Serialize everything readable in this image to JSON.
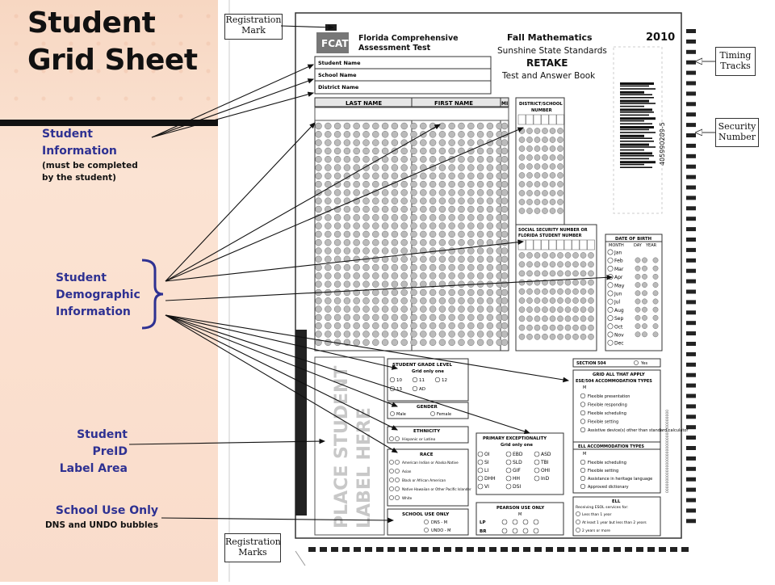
{
  "title": {
    "line1": "Student",
    "line2": "Grid Sheet"
  },
  "labels": {
    "student_info": {
      "line1": "Student",
      "line2": "Information",
      "sub1": "(must be completed",
      "sub2": "by the student)"
    },
    "demographic": {
      "line1": "Student",
      "line2": "Demographic",
      "line3": "Information"
    },
    "preid": {
      "line1": "Student",
      "line2": "PreID",
      "line3": "Label Area"
    },
    "school_use": {
      "line1": "School Use Only",
      "sub": "DNS and UNDO bubbles"
    }
  },
  "callouts": {
    "registration_mark": {
      "line1": "Registration",
      "line2": "Mark"
    },
    "timing_tracks": {
      "line1": "Timing",
      "line2": "Tracks"
    },
    "security_number": {
      "line1": "Security",
      "line2": "Number"
    },
    "registration_marks": {
      "line1": "Registration",
      "line2": "Marks"
    }
  },
  "form": {
    "logo": "FCAT",
    "header_line1": "Florida Comprehensive",
    "header_line2": "Assessment Test",
    "subject": "Fall Mathematics",
    "standards": "Sunshine State Standards",
    "retake": "RETAKE",
    "book": "Test and Answer Book",
    "year": "2010",
    "info_fields": [
      "Student Name",
      "School Name",
      "District Name"
    ],
    "grid_headers": {
      "last": "LAST NAME",
      "first": "FIRST NAME",
      "mi": "MI"
    },
    "district_school": {
      "line1": "DISTRICT/SCHOOL",
      "line2": "NUMBER"
    },
    "ssn": {
      "line1": "SOCIAL SECURITY NUMBER OR",
      "line2": "FLORIDA STUDENT NUMBER"
    },
    "dob": {
      "title": "DATE OF BIRTH",
      "month": "MONTH",
      "day": "DAY",
      "year": "YEAR",
      "months": [
        "Jan",
        "Feb",
        "Mar",
        "Apr",
        "May",
        "Jun",
        "Jul",
        "Aug",
        "Sep",
        "Oct",
        "Nov",
        "Dec"
      ]
    },
    "grade": {
      "title": "STUDENT GRADE LEVEL",
      "sub": "Grid only one",
      "options": [
        "10",
        "11",
        "12",
        "13",
        "AD"
      ]
    },
    "gender": {
      "title": "GENDER",
      "options": [
        "Male",
        "Female"
      ]
    },
    "ethnicity": {
      "title": "ETHNICITY",
      "option": "Hispanic or Latino"
    },
    "race": {
      "title": "RACE",
      "options": [
        "American Indian or Alaska Native",
        "Asian",
        "Black or African American",
        "Native Hawaiian or Other Pacific Islander",
        "White"
      ]
    },
    "school_use_box": {
      "title": "SCHOOL USE ONLY",
      "options": [
        "DNS - M",
        "UNDO - M"
      ]
    },
    "primary_exc": {
      "title": "PRIMARY EXCEPTIONALITY",
      "sub": "Grid only one",
      "options": [
        "OI",
        "EBD",
        "ASD",
        "SI",
        "SLD",
        "TBI",
        "LI",
        "GIF",
        "OHI",
        "DHH",
        "HH",
        "InD",
        "VI",
        "DSI"
      ]
    },
    "pearson": {
      "title": "PEARSON USE ONLY",
      "rows": [
        "LP",
        "BR"
      ],
      "m": "M"
    },
    "section504": {
      "label": "SECTION 504",
      "yes": "Yes"
    },
    "ese": {
      "title": "GRID ALL THAT APPLY",
      "sub": "ESE/504 ACCOMMODATION TYPES",
      "m": "M",
      "options": [
        "Flexible presentation",
        "Flexible responding",
        "Flexible scheduling",
        "Flexible setting",
        "Assistive device(s) other than standard calculator"
      ]
    },
    "ell_types": {
      "title": "ELL ACCOMMODATION TYPES",
      "m": "M",
      "options": [
        "Flexible scheduling",
        "Flexible setting",
        "Assistance in heritage language",
        "Approved dictionary"
      ]
    },
    "ell": {
      "title": "ELL",
      "sub": "Receiving ESOL services for:",
      "options": [
        "Less than 1 year",
        "At least 1 year but less than 2 years",
        "2 years or more"
      ]
    },
    "label_here": {
      "line1": "PLACE STUDENT",
      "line2": "LABEL HERE"
    },
    "security_code": "405990289-5"
  }
}
